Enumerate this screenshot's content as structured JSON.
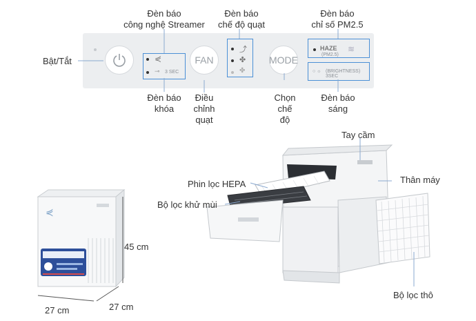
{
  "panel": {
    "fan_label": "FAN",
    "mode_label": "MODE",
    "haze_label": "HAZE",
    "pm_label": "(PM2.5)",
    "lock_hint": "3 SEC",
    "brightness_hint": "(BRIGHTNESS) 3SEC"
  },
  "callouts": {
    "streamer_line1": "Đèn báo",
    "streamer_line2": "công nghệ Streamer",
    "fanmode_line1": "Đèn báo",
    "fanmode_line2": "chế độ quạt",
    "pm_line1": "Đèn báo",
    "pm_line2": "chỉ số PM2.5",
    "power": "Bật/Tắt",
    "lock_line1": "Đèn báo",
    "lock_line2": "khóa",
    "fan_adjust_line1": "Điều",
    "fan_adjust_line2": "chỉnh",
    "fan_adjust_line3": "quạt",
    "mode_select_line1": "Chọn",
    "mode_select_line2": "chế",
    "mode_select_line3": "độ",
    "light_line1": "Đèn báo",
    "light_line2": "sáng"
  },
  "parts": {
    "handle": "Tay cầm",
    "body": "Thân máy",
    "hepa": "Phin lọc HEPA",
    "deodorizer": "Bộ lọc khử mùi",
    "prefilter": "Bộ lọc thô"
  },
  "dimensions": {
    "height": "45 cm",
    "width": "27 cm",
    "depth": "27 cm"
  }
}
